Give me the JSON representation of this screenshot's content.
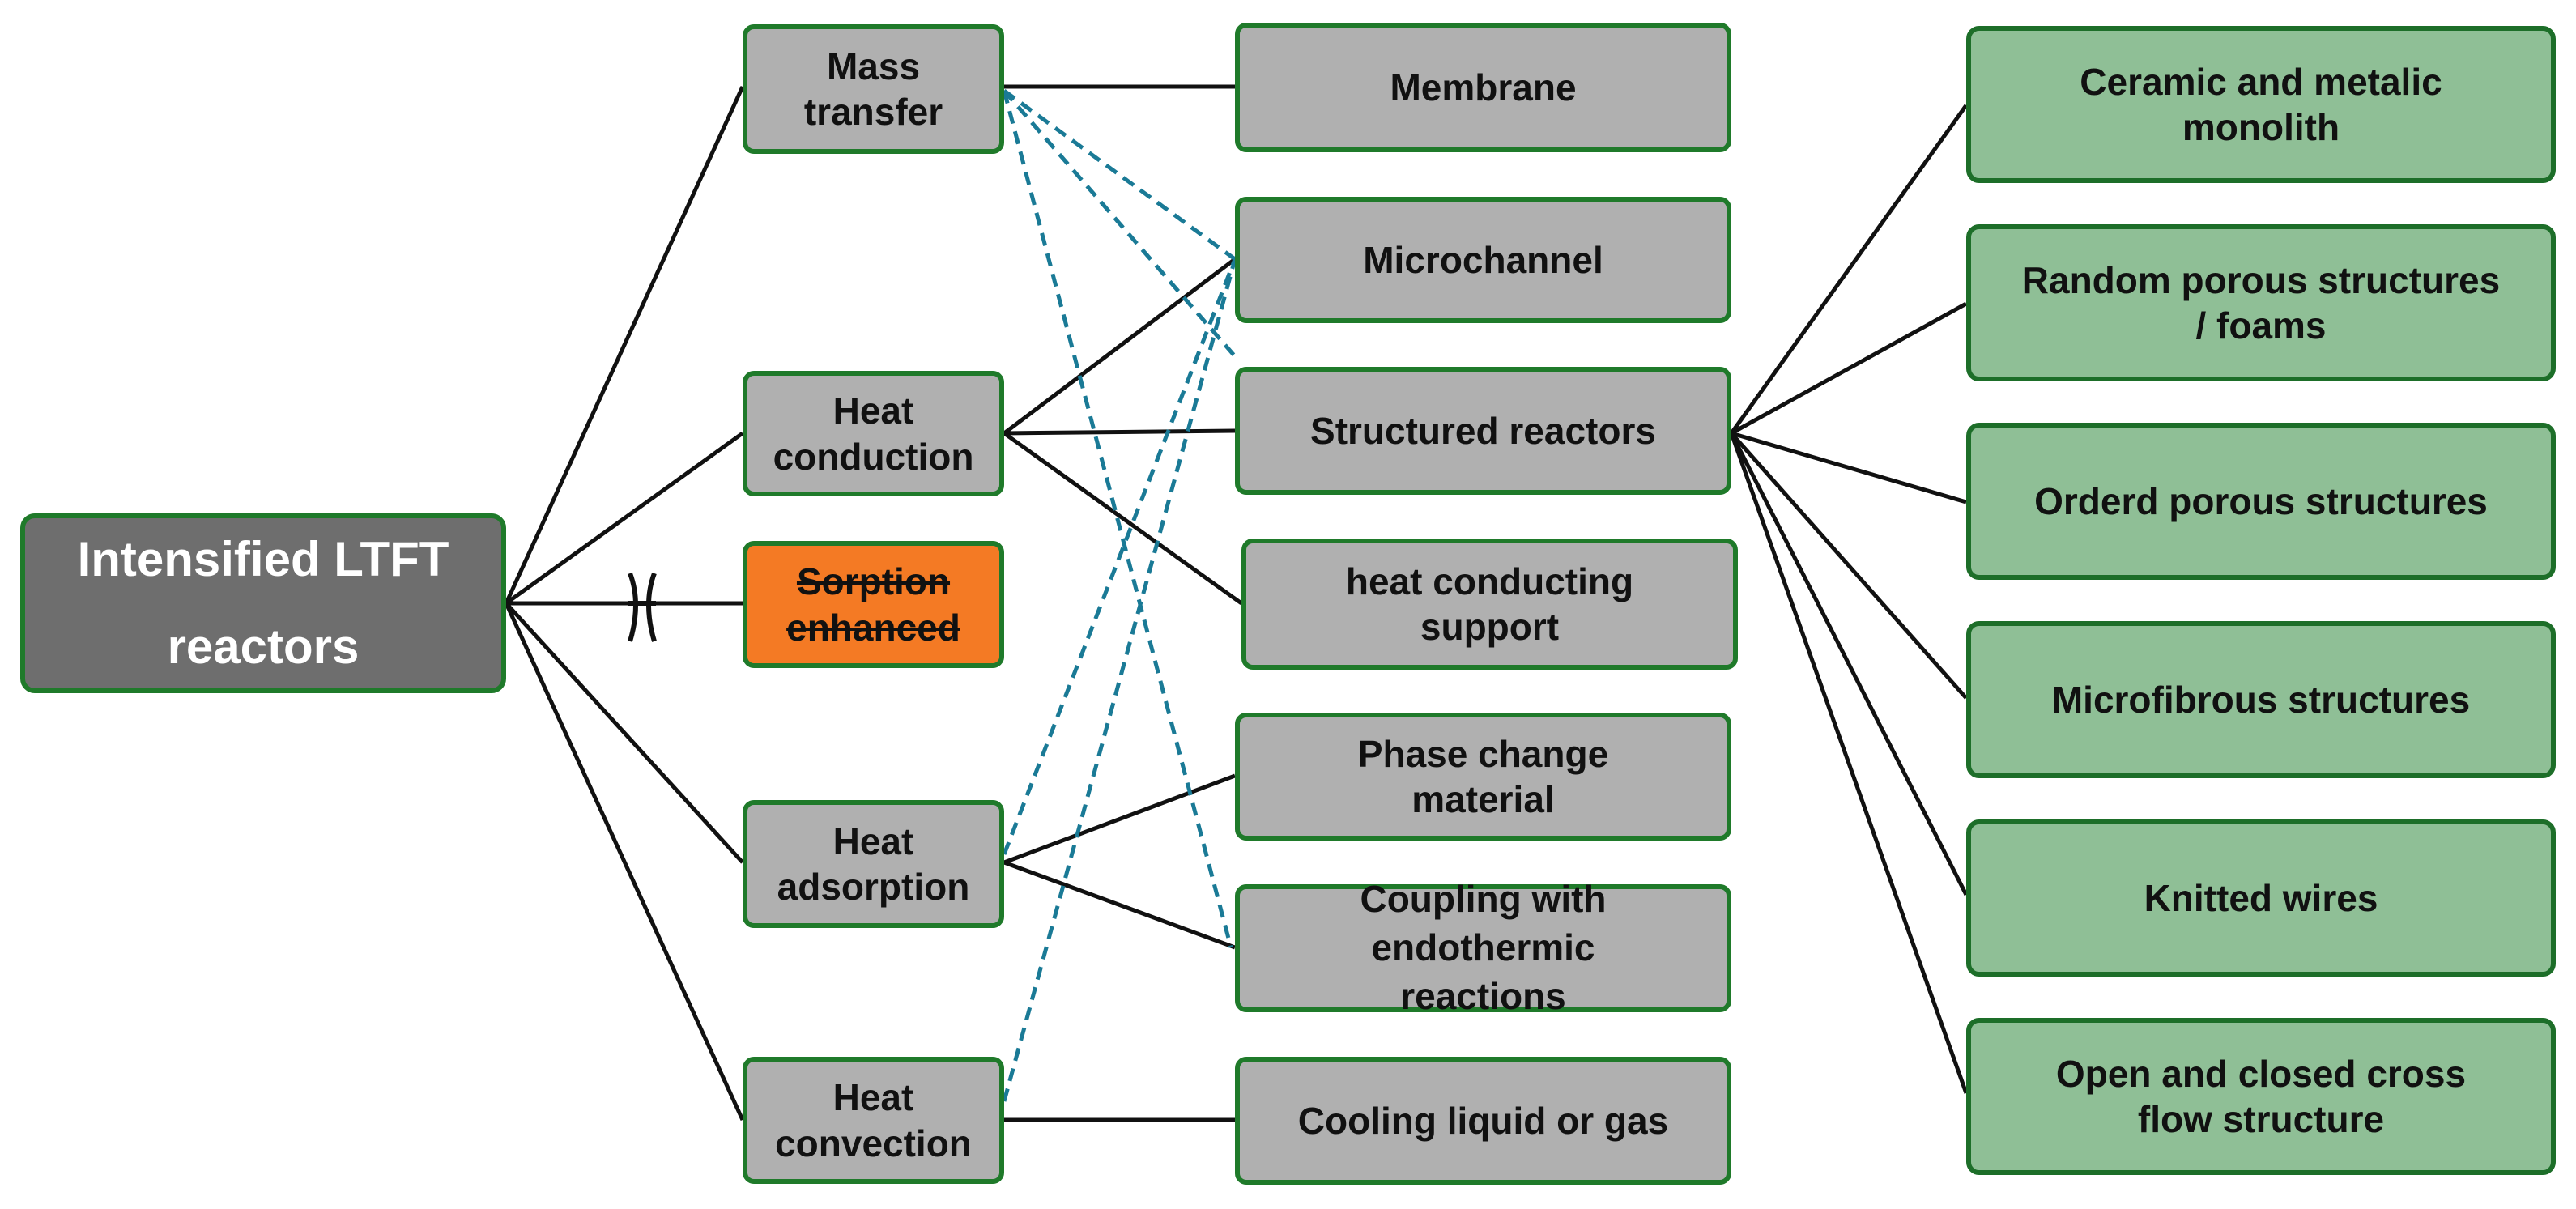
{
  "root": {
    "label": "Intensified LTFT\nreactors"
  },
  "categories": {
    "mass_transfer": "Mass\ntransfer",
    "heat_conduction": "Heat\nconduction",
    "sorption_enhanced": "Sorption\nenhanced",
    "heat_adsorption": "Heat\nadsorption",
    "heat_convection": "Heat\nconvection"
  },
  "methods": {
    "membrane": "Membrane",
    "microchannel": "Microchannel",
    "structured_reactors": "Structured reactors",
    "heat_conducting_support": "heat conducting\nsupport",
    "phase_change_material": "Phase change\nmaterial",
    "coupling_endothermic": "Coupling with\nendothermic\nreactions",
    "cooling_liquid_gas": "Cooling liquid or gas"
  },
  "structures": {
    "ceramic_metalic_monolith": "Ceramic and metalic\nmonolith",
    "random_porous_foams": "Random porous structures\n/ foams",
    "orderd_porous": "Orderd porous structures",
    "microfibrous": "Microfibrous structures",
    "knitted_wires": "Knitted wires",
    "open_closed_cross_flow": "Open and closed cross\nflow structure"
  },
  "colors": {
    "root_fill": "#6e6e6e",
    "node_fill": "#b0b0b0",
    "crossed_fill": "#f47a24",
    "leaf_fill": "#8fbf96",
    "border": "#1f7a2a",
    "solid_line": "#111111",
    "dashed_line": "#1a7a96"
  }
}
